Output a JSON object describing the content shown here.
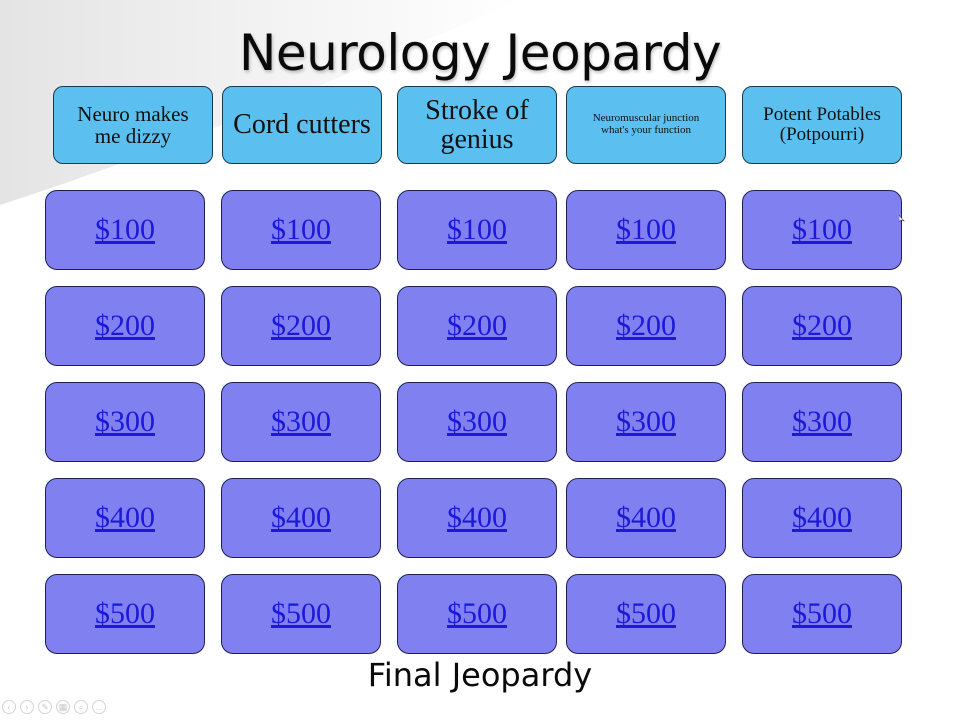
{
  "title": "Neurology Jeopardy",
  "categories": [
    "Neuro makes me dizzy",
    "Cord cutters",
    "Stroke of genius",
    "Neuromuscular junction what's your function",
    "Potent Potables (Potpourri)"
  ],
  "values": [
    "$100",
    "$200",
    "$300",
    "$400",
    "$500"
  ],
  "final_label": "Final Jeopardy",
  "colors": {
    "category_bg": "#5bc0f0",
    "tile_bg": "#8080f0",
    "link": "#1a1ad8"
  }
}
